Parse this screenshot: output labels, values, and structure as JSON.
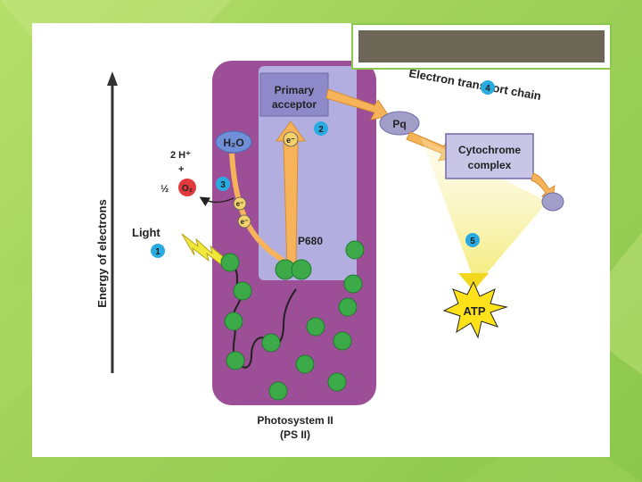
{
  "diagram": {
    "axis_label": "Energy of electrons",
    "light_label": "Light",
    "h2o_label": "H₂O",
    "protons_label": "2 H⁺",
    "plus_label": "+",
    "half_label": "½",
    "o2_label": "O₂",
    "electron_label": "e⁻",
    "primary_acceptor": [
      "Primary",
      "acceptor"
    ],
    "p680_label": "P680",
    "pq_label": "Pq",
    "etc_label": "Electron transport chain",
    "cytochrome_label": [
      "Cytochrome",
      "complex"
    ],
    "atp_label": "ATP",
    "photosystem_label": [
      "Photosystem II",
      "(PS II)"
    ],
    "step_numbers": [
      "1",
      "2",
      "3",
      "4",
      "5"
    ]
  },
  "colors": {
    "photosystem": "#9c4f96",
    "reaction_center": "#b3aee0",
    "acceptor_box": "#8e89c9",
    "pq_oval": "#a19ec9",
    "step_badge": "#29abe2",
    "oxygen": "#e03a3e",
    "chlorophyll": "#3daa4a",
    "arrow": "#f7b35a",
    "atp_star": "#ffe21a",
    "bolt": "#f0e93b"
  }
}
